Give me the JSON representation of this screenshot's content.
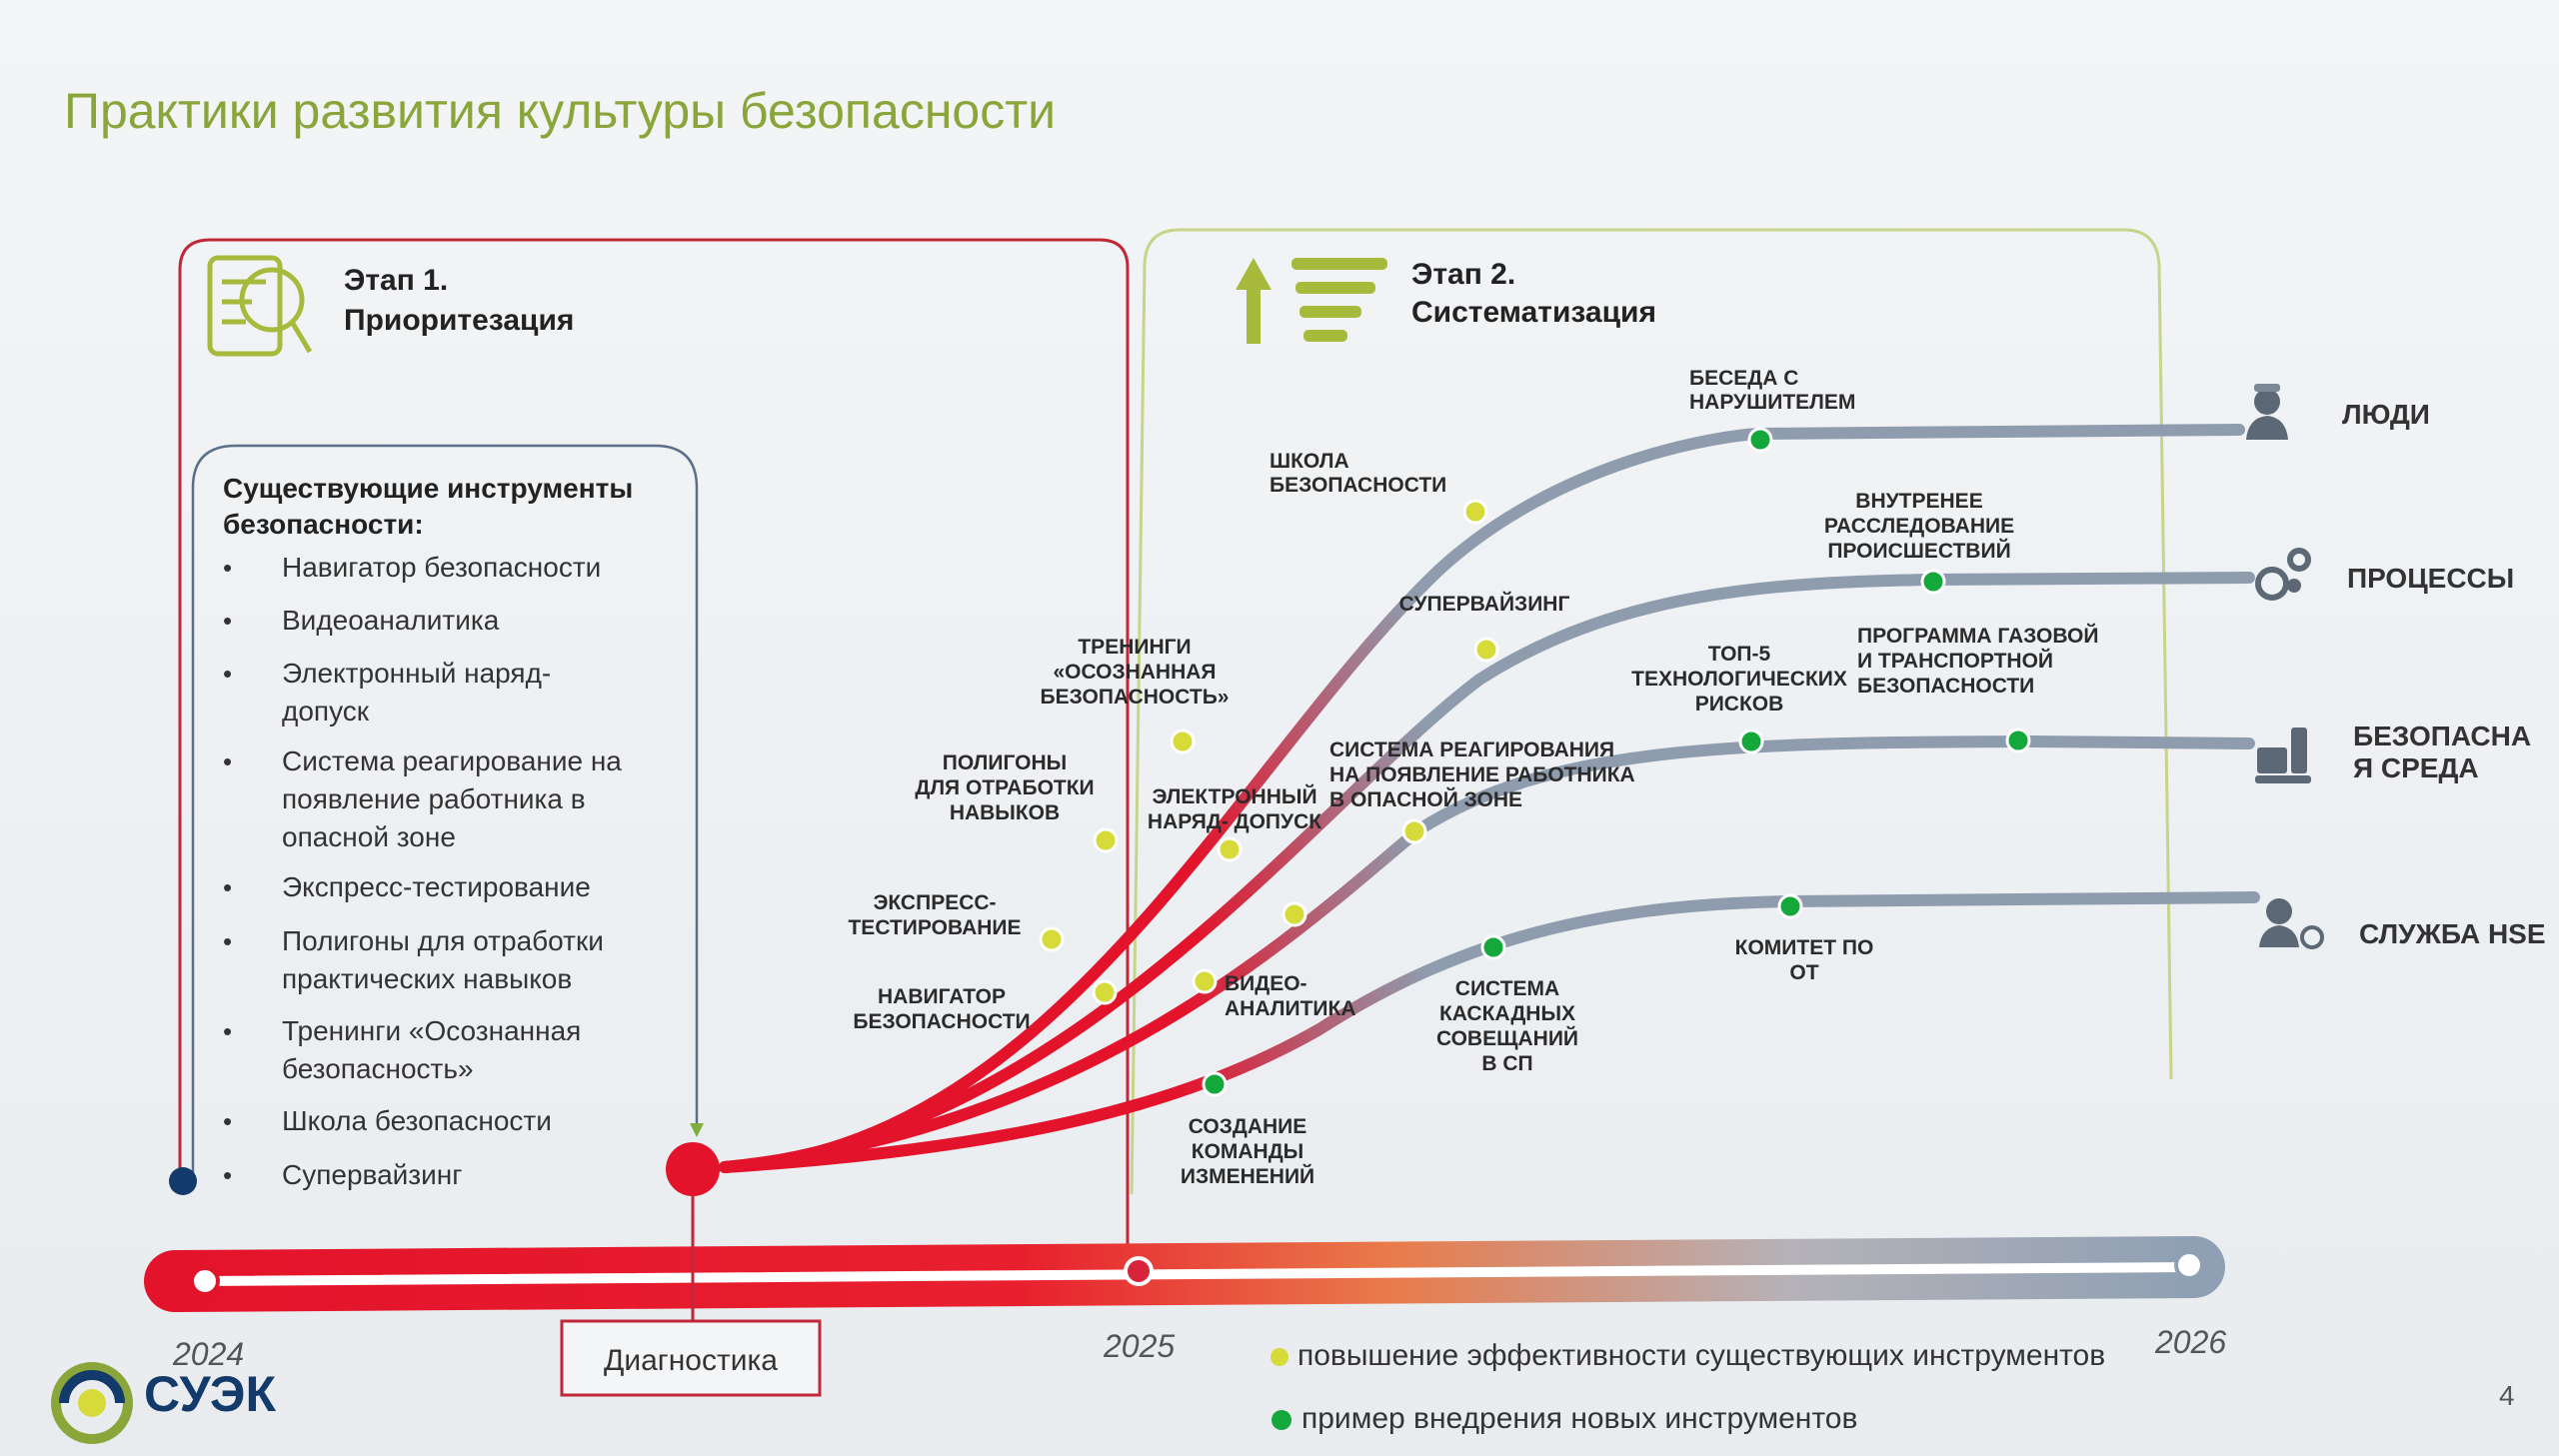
{
  "title": "Практики развития культуры безопасности",
  "stage1": {
    "line1": "Этап 1.",
    "line2": "Приоритезация"
  },
  "stage2": {
    "line1": "Этап 2.",
    "line2": "Систематизация"
  },
  "tools_box": {
    "heading_line1": "Существующие инструменты",
    "heading_line2": "безопасности:",
    "items": [
      [
        "Навигатор безопасности"
      ],
      [
        "Видеоаналитика"
      ],
      [
        "Электронный наряд-",
        "допуск"
      ],
      [
        "Система реагирование на",
        "появление работника в",
        "опасной зоне"
      ],
      [
        "Экспресс-тестирование"
      ],
      [
        "Полигоны для отработки",
        "практических навыков"
      ],
      [
        "Тренинги «Осознанная",
        "безопасность»"
      ],
      [
        "Школа безопасности"
      ],
      [
        "Супервайзинг"
      ]
    ]
  },
  "categories": {
    "people": "ЛЮДИ",
    "processes": "ПРОЦЕССЫ",
    "environment_line1": "БЕЗОПАСНА",
    "environment_line2": "Я СРЕДА",
    "hse": "СЛУЖБА HSE"
  },
  "milestones": {
    "school": [
      "ШКОЛА",
      "БЕЗОПАСНОСТИ"
    ],
    "beseda": [
      "БЕСЕДА С",
      "НАРУШИТЕЛЕМ"
    ],
    "trainings": [
      "ТРЕНИНГИ",
      "«ОСОЗНАННАЯ",
      "БЕЗОПАСНОСТЬ»"
    ],
    "supervising": [
      "СУПЕРВАЙЗИНГ"
    ],
    "investigation": [
      "ВНУТРЕНЕЕ",
      "РАССЛЕДОВАНИЕ",
      "ПРОИСШЕСТВИЙ"
    ],
    "poligony": [
      "ПОЛИГОНЫ",
      "ДЛЯ ОТРАБОТКИ",
      "НАВЫКОВ"
    ],
    "naryad": [
      "ЭЛЕКТРОННЫЙ",
      "НАРЯД- ДОПУСК"
    ],
    "top5": [
      "ТОП-5",
      "ТЕХНОЛОГИЧЕСКИХ",
      "РИСКОВ"
    ],
    "gas_program": [
      "ПРОГРАММА ГАЗОВОЙ",
      "И ТРАНСПОРТНОЙ",
      "БЕЗОПАСНОСТИ"
    ],
    "reaction": [
      "СИСТЕМА РЕАГИРОВАНИЯ",
      "НА ПОЯВЛЕНИЕ РАБОТНИКА",
      "В ОПАСНОЙ ЗОНЕ"
    ],
    "express": [
      "ЭКСПРЕСС-",
      "ТЕСТИРОВАНИЕ"
    ],
    "navigator": [
      "НАВИГАТОР",
      "БЕЗОПАСНОСТИ"
    ],
    "video": [
      "ВИДЕО-",
      "АНАЛИТИКА"
    ],
    "cascade": [
      "СИСТЕМА",
      "КАСКАДНЫХ",
      "СОВЕЩАНИЙ",
      "В СП"
    ],
    "committee": [
      "КОМИТЕТ ПО",
      "ОТ"
    ],
    "team": [
      "СОЗДАНИЕ",
      "КОМАНДЫ",
      "ИЗМЕНЕНИЙ"
    ]
  },
  "timeline": {
    "year_2024": "2024",
    "year_2025": "2025",
    "year_2026": "2026",
    "diagnostics": "Диагностика"
  },
  "legend": {
    "yellow": "повышение эффективности существующих инструментов",
    "green": "пример внедрения новых инструментов"
  },
  "logo": {
    "text": "СУЭК"
  },
  "page_number": "4",
  "colors": {
    "title": "#8aa63a",
    "stage1_border": "#c0283a",
    "stage2_border": "#c8d48a",
    "red": "#e3132b",
    "grey_line": "#8e9cae",
    "yellow_dot": "#d6db3a",
    "green_dot": "#14a83c",
    "navy": "#123a6a"
  }
}
